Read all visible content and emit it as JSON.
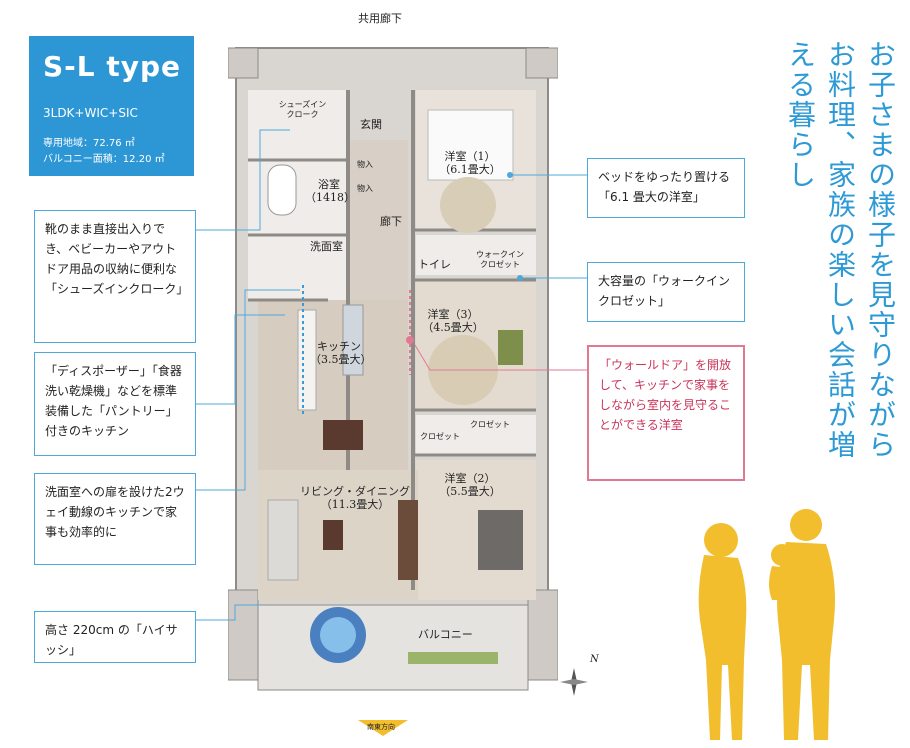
{
  "badge": {
    "type": "S-L type",
    "layout": "3LDK+WIC+SIC",
    "area": "専用地域：72.76 ㎡",
    "balcony": "バルコニー面積：12.20 ㎡"
  },
  "headline": "お子さまの様子を見守りながらお料理、家族の楽しい会話が増える暮らし",
  "plan": {
    "corridor": "共用廊下",
    "shoes_closet": "シューズイン\nクローク",
    "entrance": "玄関",
    "storage1": "物入",
    "storage2": "物入",
    "bath": "浴室\n（1418）",
    "hallway": "廊下",
    "washroom": "洗面室",
    "toilet": "トイレ",
    "walkin": "ウォークイン\nクロゼット",
    "western1": "洋室（1）\n（6.1畳大）",
    "western3": "洋室（3）\n（4.5畳大）",
    "kitchen": "キッチン\n（3.5畳大）",
    "closet1": "クロゼット",
    "closet2": "クロゼット",
    "western2": "洋室（2）\n（5.5畳大）",
    "living": "リビング・ダイニング\n（11.3畳大）",
    "balcony": "バルコニー",
    "north": "N",
    "south": "南東方向"
  },
  "callouts": {
    "shoes": "靴のまま直接出入りでき、ベビーカーやアウトドア用品の収納に便利な「シューズインクローク」",
    "pantry": "「ディスポーザー」「食器洗い乾燥機」などを標準装備した「パントリー」付きのキッチン",
    "twoway": "洗面室への扉を設けた2ウェイ動線のキッチンで家事も効率的に",
    "sash": "高さ 220cm の「ハイサッシ」",
    "bed": "ベッドをゆったり置ける「6.1 畳大の洋室」",
    "wic": "大容量の「ウォークインクロゼット」",
    "walldoor": "「ウォールドア」を開放して、キッチンで家事をしながら室内を見守ることができる洋室"
  },
  "colors": {
    "accent_blue": "#2d97d6",
    "accent_pink": "#e07a93",
    "silhouette": "#f2be2e"
  }
}
